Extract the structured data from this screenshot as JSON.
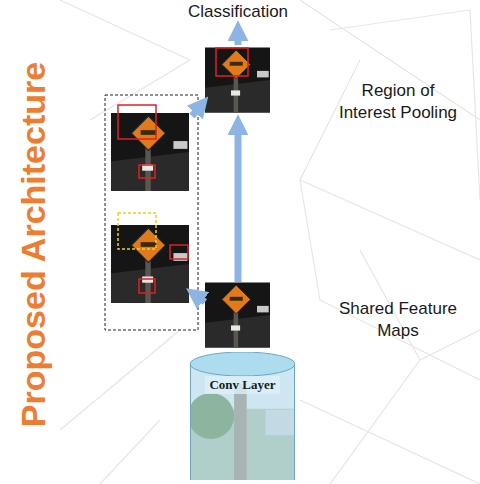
{
  "diagram": {
    "title": "Proposed Architecture",
    "nodes": [
      {
        "text": [
          "Conv Layer"
        ]
      }
    ],
    "labels": [
      "Classification",
      "Region of Interest Pooling",
      "Shared Feature Maps"
    ]
  }
}
